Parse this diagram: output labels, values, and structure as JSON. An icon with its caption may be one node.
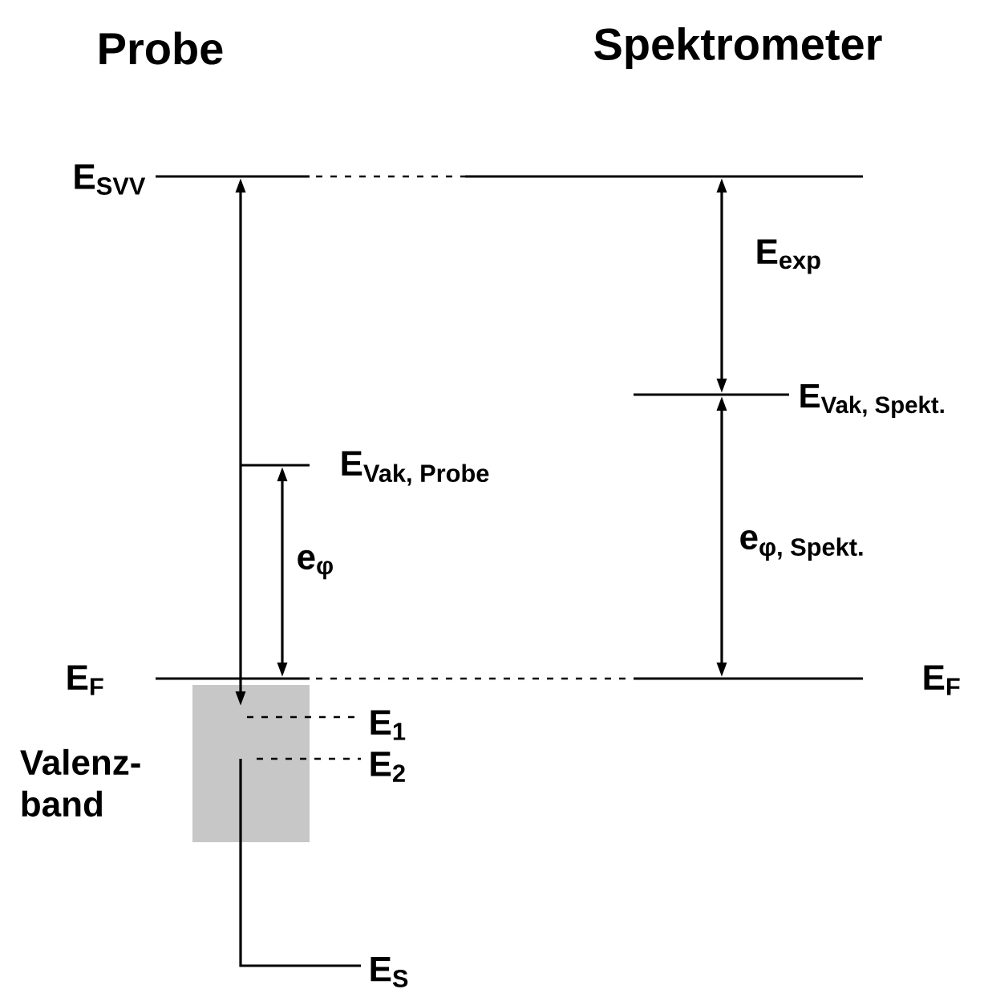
{
  "diagram": {
    "nodes": [
      {
        "text": [],
        "shape": "box",
        "beside": [
          "Valenz- band"
        ]
      }
    ],
    "labels": [
      "Probe",
      "Spektrometer",
      "E$_{SVV}$",
      "E$_{exp}$",
      "\\textbf{E}_{\\textbf{Vak, Probe}}",
      "\\textbf{E}_{\\textbf{Vak, Spekt.}}",
      "e$_{φ}$",
      "\\textbf{e}_{\\textbf{φ, Spekt.}}",
      "E$_{F}$",
      "E$_{F}$",
      "E$_{1}$",
      "E$_{2}$",
      "E$_{S}$"
    ]
  }
}
